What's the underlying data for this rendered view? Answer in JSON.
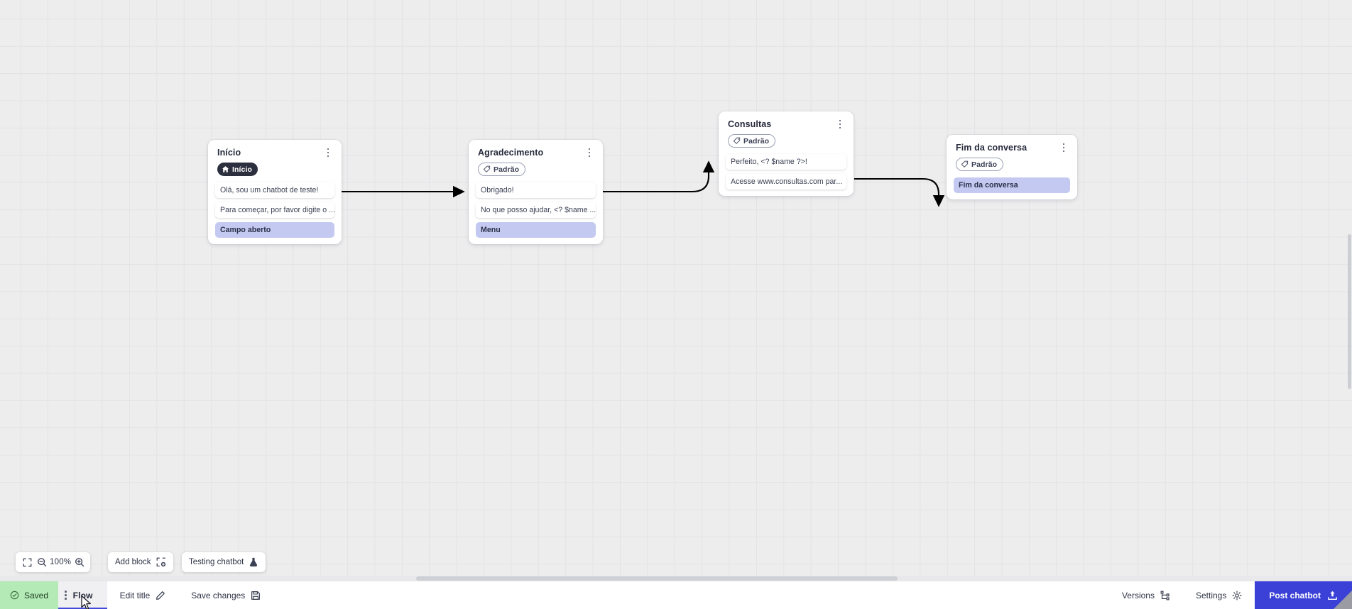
{
  "canvas": {
    "zoom_level": "100%",
    "nodes": [
      {
        "id": "inicio",
        "title": "Início",
        "badge": {
          "label": "Início",
          "icon": "home-icon",
          "style": "start"
        },
        "rows": [
          {
            "text": "Olá, sou um chatbot de teste!",
            "type": "message"
          },
          {
            "text": "Para começar, por favor digite o ...",
            "type": "message"
          },
          {
            "text": "Campo aberto",
            "type": "highlight"
          }
        ]
      },
      {
        "id": "agradecimento",
        "title": "Agradecimento",
        "badge": {
          "label": "Padrão",
          "icon": "tag-icon",
          "style": "default"
        },
        "rows": [
          {
            "text": "Obrigado!",
            "type": "message"
          },
          {
            "text": "No que posso ajudar, <? $name ...",
            "type": "message"
          },
          {
            "text": "Menu",
            "type": "highlight"
          }
        ]
      },
      {
        "id": "consultas",
        "title": "Consultas",
        "badge": {
          "label": "Padrão",
          "icon": "tag-icon",
          "style": "default"
        },
        "rows": [
          {
            "text": "Perfeito, <? $name ?>!",
            "type": "message"
          },
          {
            "text": "Acesse www.consultas.com par...",
            "type": "message"
          }
        ]
      },
      {
        "id": "fim-da-conversa",
        "title": "Fim da conversa",
        "badge": {
          "label": "Padrão",
          "icon": "tag-icon",
          "style": "default"
        },
        "rows": [
          {
            "text": "Fim da conversa",
            "type": "highlight"
          }
        ]
      }
    ]
  },
  "toolbar": {
    "fit_icon": "fit-screen-icon",
    "zoom_out_icon": "zoom-out-icon",
    "zoom_in_icon": "zoom-in-icon",
    "zoom_level": "100%",
    "add_block_label": "Add block",
    "add_block_icon": "add-block-icon",
    "testing_label": "Testing chatbot",
    "testing_icon": "flask-icon"
  },
  "bottombar": {
    "saved_label": "Saved",
    "saved_icon": "check-circle-icon",
    "tab_label": "Flow",
    "drag_handle_icon": "drag-dots-icon",
    "edit_title_label": "Edit title",
    "edit_title_icon": "pencil-icon",
    "save_changes_label": "Save changes",
    "save_changes_icon": "floppy-disk-icon",
    "versions_label": "Versions",
    "versions_icon": "branch-icon",
    "settings_label": "Settings",
    "settings_icon": "gear-icon",
    "post_label": "Post chatbot",
    "post_icon": "upload-icon"
  },
  "colors": {
    "accent": "#3b41d6",
    "saved_bg": "#b4eab6",
    "highlight_row": "#c3c9f0",
    "start_badge": "#2b2f3e",
    "canvas_bg": "#ededee"
  }
}
